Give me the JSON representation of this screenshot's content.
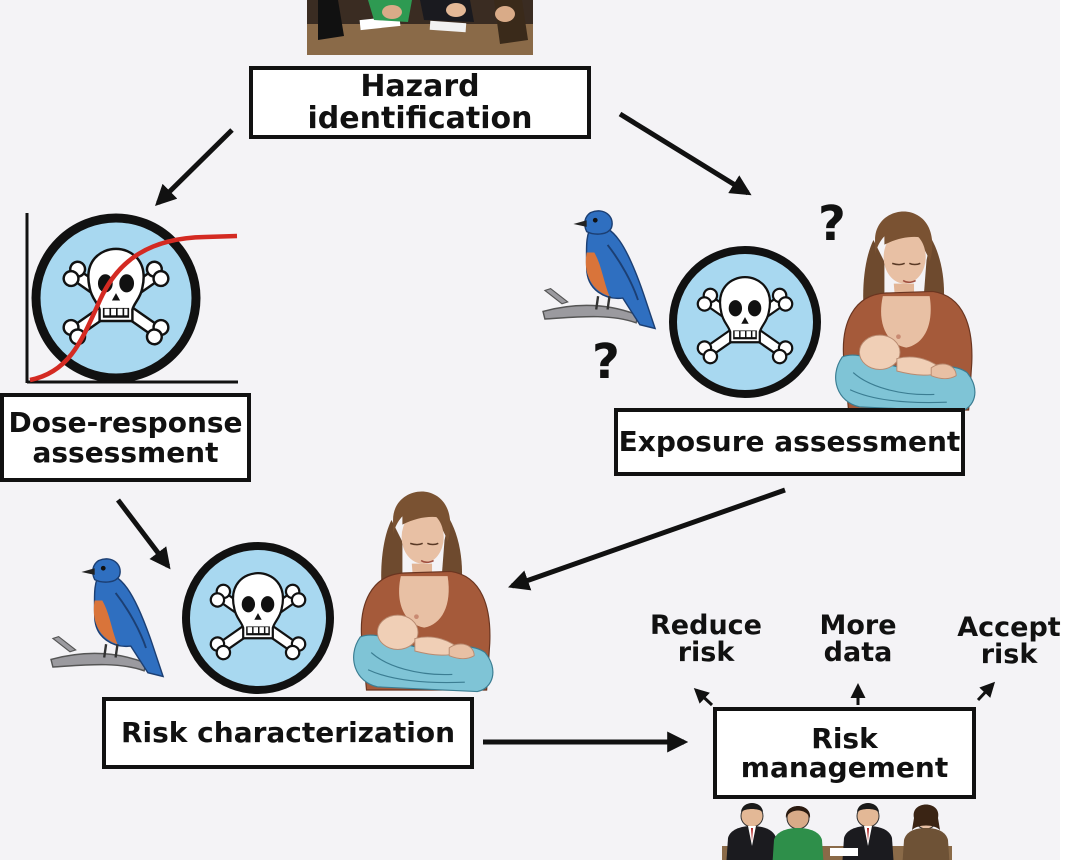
{
  "diagram": {
    "boxes": {
      "hazard": "Hazard identification",
      "dose_line1": "Dose-response",
      "dose_line2": "assessment",
      "exposure": "Exposure assessment",
      "risk_char": "Risk characterization",
      "mgmt_line1": "Risk",
      "mgmt_line2": "management"
    },
    "options": {
      "reduce_line1": "Reduce",
      "reduce_line2": "risk",
      "more_line1": "More",
      "more_line2": "data",
      "accept_line1": "Accept",
      "accept_line2": "risk"
    },
    "question_marks": {
      "q1": "?",
      "q2": "?"
    },
    "icons": [
      "skull-crossbones-icon",
      "bluebird-icon",
      "mother-infant-icon",
      "meeting-people-icon"
    ],
    "colors": {
      "circle_fill": "#a8d8f0",
      "curve": "#d42a22",
      "bird_blue": "#2f6fc0",
      "bird_breast": "#d9743a"
    }
  }
}
